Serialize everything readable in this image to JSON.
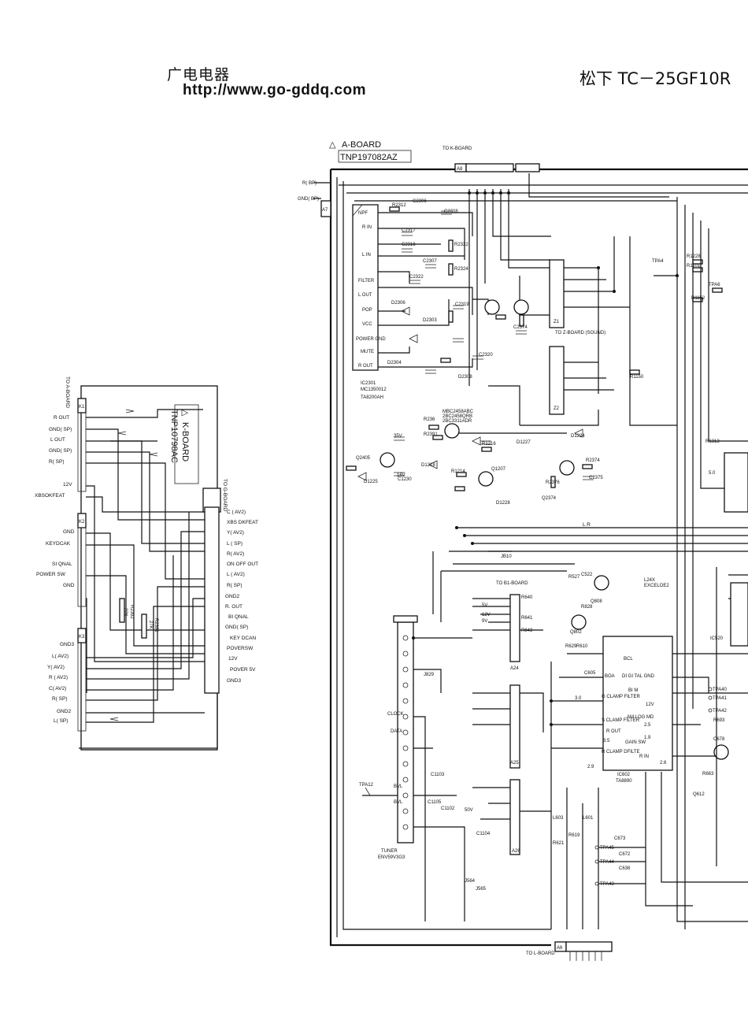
{
  "header": {
    "site_name": "广电电器",
    "site_url": "http://www.go-gddq.com",
    "model": "松下 TC－25GF10R"
  },
  "k_board": {
    "warning_symbol": "△",
    "title": "K-BOARD",
    "part_number": "TNP10798AC",
    "to_a_board": "TO A-BOARD",
    "to_g_board": "TO G-BOARD",
    "connectors": [
      "K1",
      "K2",
      "K3"
    ],
    "k1_signals": [
      "R OUT",
      "GND( SP)",
      "L OUT",
      "GND( SP)",
      "R( SP)",
      "12V",
      "XBSOKFEAT"
    ],
    "k2_signals": [
      "GND",
      "KEYDCAK",
      "SI QNAL",
      "POWER SW",
      "GND"
    ],
    "k3_signals": [
      "GND3",
      "L( AV2)",
      "Y( AV2)",
      "R ( AV2)",
      "C( AV2)",
      "R( SP)",
      "GND2",
      "L( SP)"
    ],
    "g_board_signals": [
      "C ( AV2)",
      "XBS DKFEAT",
      "Y( AV2)",
      "L ( SP)",
      "R( AV2)",
      "ON OFF OUT",
      "L ( AV2)",
      "R( SP)",
      "GND2",
      "R. OUT",
      "BI QNAL",
      "GND( SP)",
      "KEY DCAN",
      "POVERSW",
      "12V",
      "POVER 5V",
      "GND3"
    ],
    "resistors": [
      {
        "ref": "R2392",
        "value": "22K"
      },
      {
        "ref": "R2391",
        "value": "27K"
      }
    ]
  },
  "a_board": {
    "warning_symbol": "△",
    "title": "A-BOARD",
    "part_number": "TNP197082AZ",
    "connectors": [
      "A8",
      "A7",
      "A6",
      "Z1",
      "Z2",
      "A25",
      "A24",
      "A26"
    ],
    "to_k_board": "TO K-BOARD",
    "to_z_board_sound": "TO Z-BOARD (SOUND)",
    "to_l_board": "TO L-BOARD",
    "to_b1_board": "TO B1-BOARD",
    "left_signals": [
      "R( BP)",
      "GND( BP)"
    ],
    "ic_audio": {
      "ref": "IC2301",
      "part": "MC1350012",
      "package": "TA8200AH"
    },
    "ic_video": {
      "ref": "IC602",
      "part": "TA8890"
    },
    "tuner": {
      "ref": "TUNER",
      "part": "ENV59V3G3"
    },
    "component_labels": [
      "R2312",
      "C2306",
      "C2308",
      "C2317",
      "C2316",
      "C2307",
      "C2322",
      "R2322",
      "R2324",
      "D2306",
      "D2303",
      "D2304",
      "C2319",
      "C2320",
      "D2308",
      "MBC2458ABC",
      "2BC2458QRB",
      "2BC3311ADR",
      "R236",
      "R2391",
      "R1216",
      "D1227",
      "D1224",
      "Q2405",
      "D1225",
      "C1230",
      "D1218",
      "R1214",
      "Q1207",
      "D1228",
      "R2374",
      "R2376",
      "C2374",
      "C2375",
      "Q2374",
      "R1150",
      "R1152",
      "R1228",
      "R1101",
      "TPA4",
      "TPA6",
      "R1313",
      "L24X",
      "EXCELOE2",
      "IC520",
      "R527",
      "C522",
      "Q808",
      "Q802",
      "R828",
      "R640",
      "R641",
      "R643",
      "R629",
      "R610",
      "C605",
      "L601",
      "R619",
      "C673",
      "C672",
      "C636",
      "R621",
      "L603",
      "R693",
      "C678",
      "R663",
      "Q612",
      "JB10",
      "J829",
      "J564",
      "J565",
      "C1104",
      "C1105",
      "C1103",
      "C1102"
    ],
    "pin_functions": [
      "NPF",
      "R IN",
      "L IN",
      "FILTER",
      "POP",
      "VCC",
      "POWER GND",
      "MUTE",
      "R OUT",
      "L OUT",
      "DI GI TAL GND",
      "BI M",
      "12V",
      "G CLAMP FILTER",
      "AM LOG MD",
      "GAIN SW",
      "R CLAMP DFILTE",
      "S CLAMP FILTER",
      "R OUT",
      "R IN",
      "BCL",
      "BOA"
    ],
    "test_points": [
      "TPA40",
      "TPA41",
      "TPA42",
      "TPA43",
      "TPA44",
      "TPA45",
      "TPA12"
    ],
    "tuner_pins": [
      "CLOCK",
      "DATA",
      "BVL",
      "BVL"
    ],
    "voltage_labels": [
      "35V",
      "16V",
      "50V",
      "5V",
      "12V",
      "9V",
      "5.0",
      "3.0",
      "3.5",
      "2.5",
      "1.9",
      "2.9",
      "2.6"
    ]
  }
}
